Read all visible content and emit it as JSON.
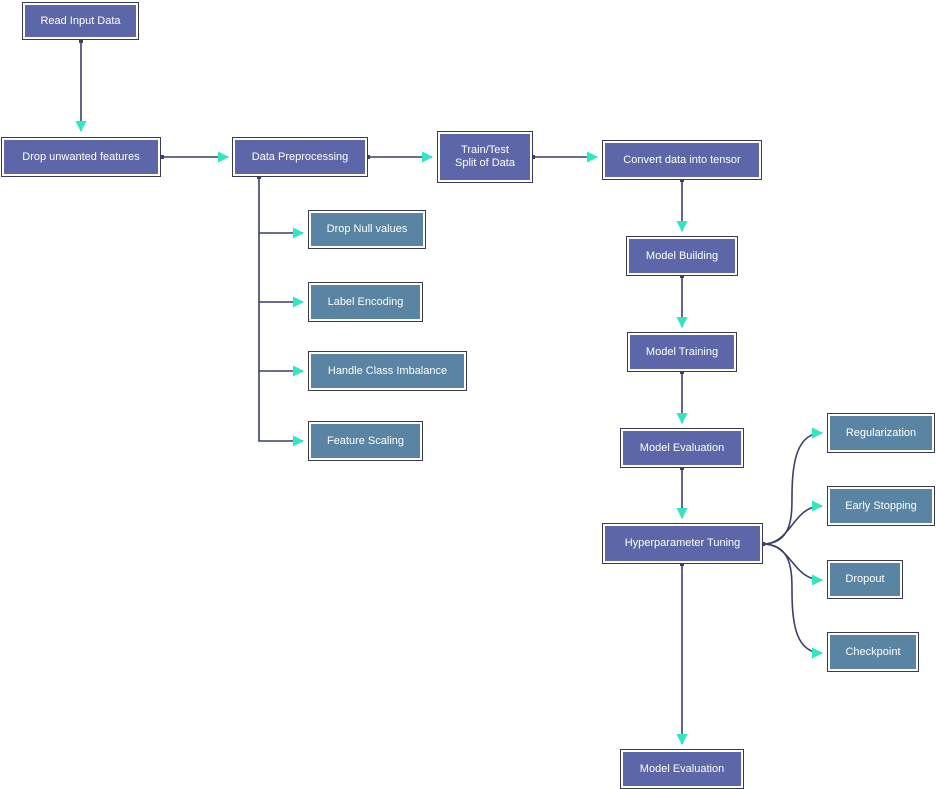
{
  "nodes": {
    "read_input": "Read Input Data",
    "drop_features": "Drop unwanted features",
    "data_preprocessing": "Data Preprocessing",
    "train_test_split": "Train/Test\nSplit of Data",
    "convert_tensor": "Convert data into tensor",
    "drop_null": "Drop Null values",
    "label_encoding": "Label Encoding",
    "handle_imbalance": "Handle Class Imbalance",
    "feature_scaling": "Feature Scaling",
    "model_building": "Model Building",
    "model_training": "Model Training",
    "model_evaluation_1": "Model Evaluation",
    "hyperparameter_tuning": "Hyperparameter Tuning",
    "regularization": "Regularization",
    "early_stopping": "Early Stopping",
    "dropout": "Dropout",
    "checkpoint": "Checkpoint",
    "model_evaluation_2": "Model Evaluation"
  },
  "colors": {
    "primary_node": "#5c66a8",
    "secondary_node": "#5a84a3",
    "edge": "#3b3f6b",
    "arrowhead": "#2ee8c4"
  }
}
